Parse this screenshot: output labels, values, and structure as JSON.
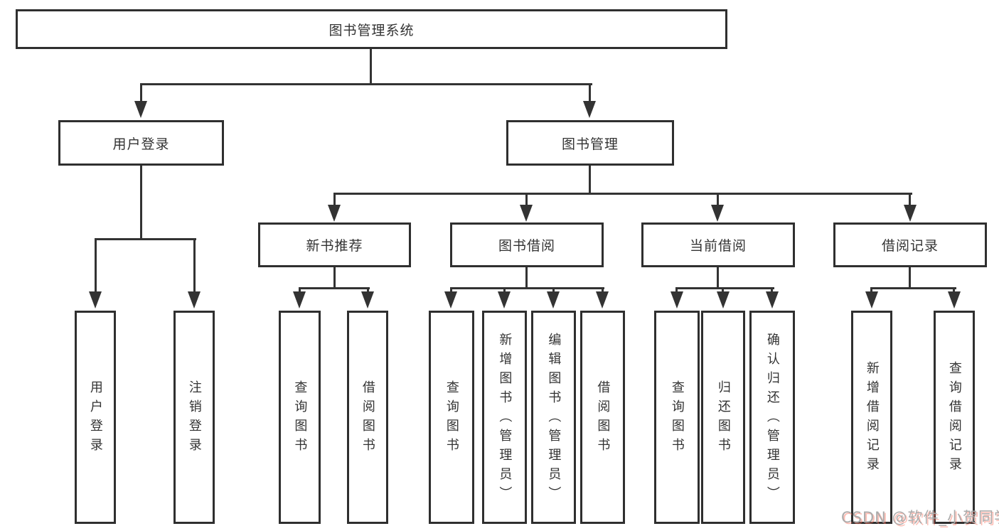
{
  "colors": {
    "line": "#333333",
    "box_border": "#2f2f2f",
    "text": "#333333",
    "background": "#ffffff",
    "watermark_text": "#ababab",
    "watermark_shadow": "#fc5531"
  },
  "tree": {
    "root": {
      "label": "图书管理系统"
    },
    "branches": [
      {
        "label": "用户登录",
        "children": [
          {
            "label": "用户登录"
          },
          {
            "label": "注销登录"
          }
        ]
      },
      {
        "label": "图书管理",
        "children": [
          {
            "label": "新书推荐",
            "children": [
              {
                "label": "查询图书"
              },
              {
                "label": "借阅图书"
              }
            ]
          },
          {
            "label": "图书借阅",
            "children": [
              {
                "label": "查询图书"
              },
              {
                "label": "新增图书（管理员）"
              },
              {
                "label": "编辑图书（管理员）"
              },
              {
                "label": "借阅图书"
              }
            ]
          },
          {
            "label": "当前借阅",
            "children": [
              {
                "label": "查询图书"
              },
              {
                "label": "归还图书"
              },
              {
                "label": "确认归还（管理员）"
              }
            ]
          },
          {
            "label": "借阅记录",
            "children": [
              {
                "label": "新增借阅记录"
              },
              {
                "label": "查询借阅记录"
              }
            ]
          }
        ]
      }
    ]
  },
  "watermark": {
    "text": "CSDN @软件_小贺同学"
  }
}
